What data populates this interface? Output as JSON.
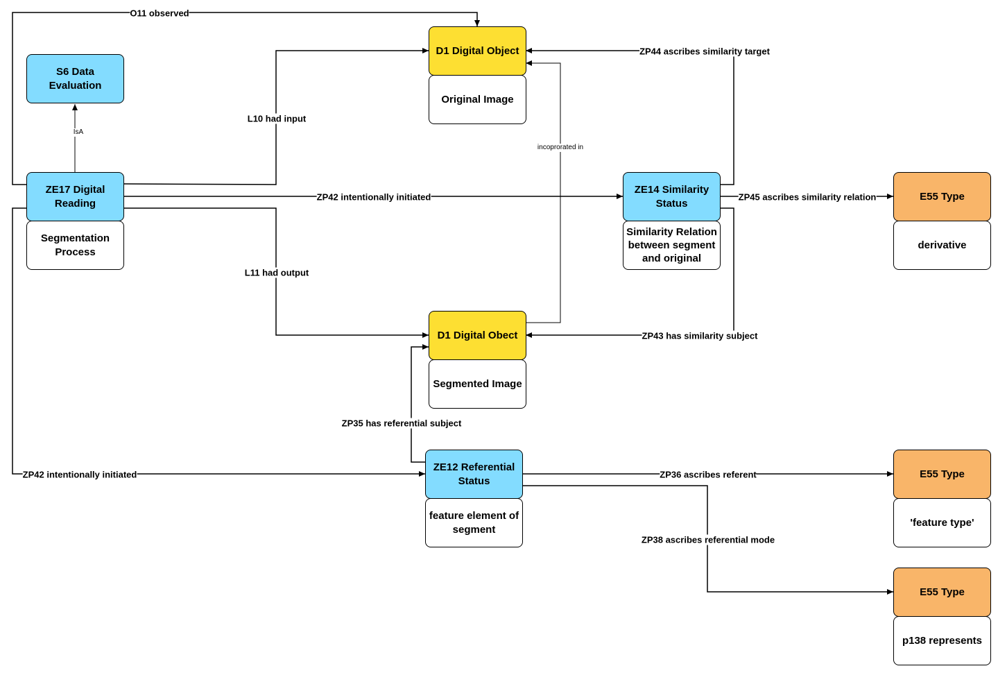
{
  "nodes": {
    "s6": "S6 Data Evaluation",
    "ze17": "ZE17 Digital Reading",
    "ze17_value": "Segmentation Process",
    "d1_top": "D1 Digital Object",
    "d1_top_value": "Original Image",
    "d1_mid": "D1 Digital Obect",
    "d1_mid_value": "Segmented Image",
    "ze14": "ZE14 Similarity Status",
    "ze14_value": "Similarity Relation between segment and original",
    "e55_a": "E55 Type",
    "e55_a_value": "derivative",
    "ze12": "ZE12 Referential Status",
    "ze12_value": "feature element of segment",
    "e55_b": "E55 Type",
    "e55_b_value": "'feature type'",
    "e55_c": "E55 Type",
    "e55_c_value": "p138 represents"
  },
  "edges": {
    "o11": "O11 observed",
    "isa": "IsA",
    "l10": "L10 had input",
    "zp42_top": "ZP42 intentionally initiated",
    "l11": "L11 had output",
    "incorporated": "incoprorated in",
    "zp44": "ZP44 ascribes similarity target",
    "zp45": "ZP45 ascribes similarity relation",
    "zp43": "ZP43 has similarity subject",
    "zp35": "ZP35 has referential subject",
    "zp42_bottom": "ZP42 intentionally initiated",
    "zp36": "ZP36 ascribes referent",
    "zp38": "ZP38 ascribes referential mode"
  },
  "colors": {
    "class_blue": "#83dcff",
    "digital_object_yellow": "#fddf32",
    "type_orange": "#f9b569"
  }
}
